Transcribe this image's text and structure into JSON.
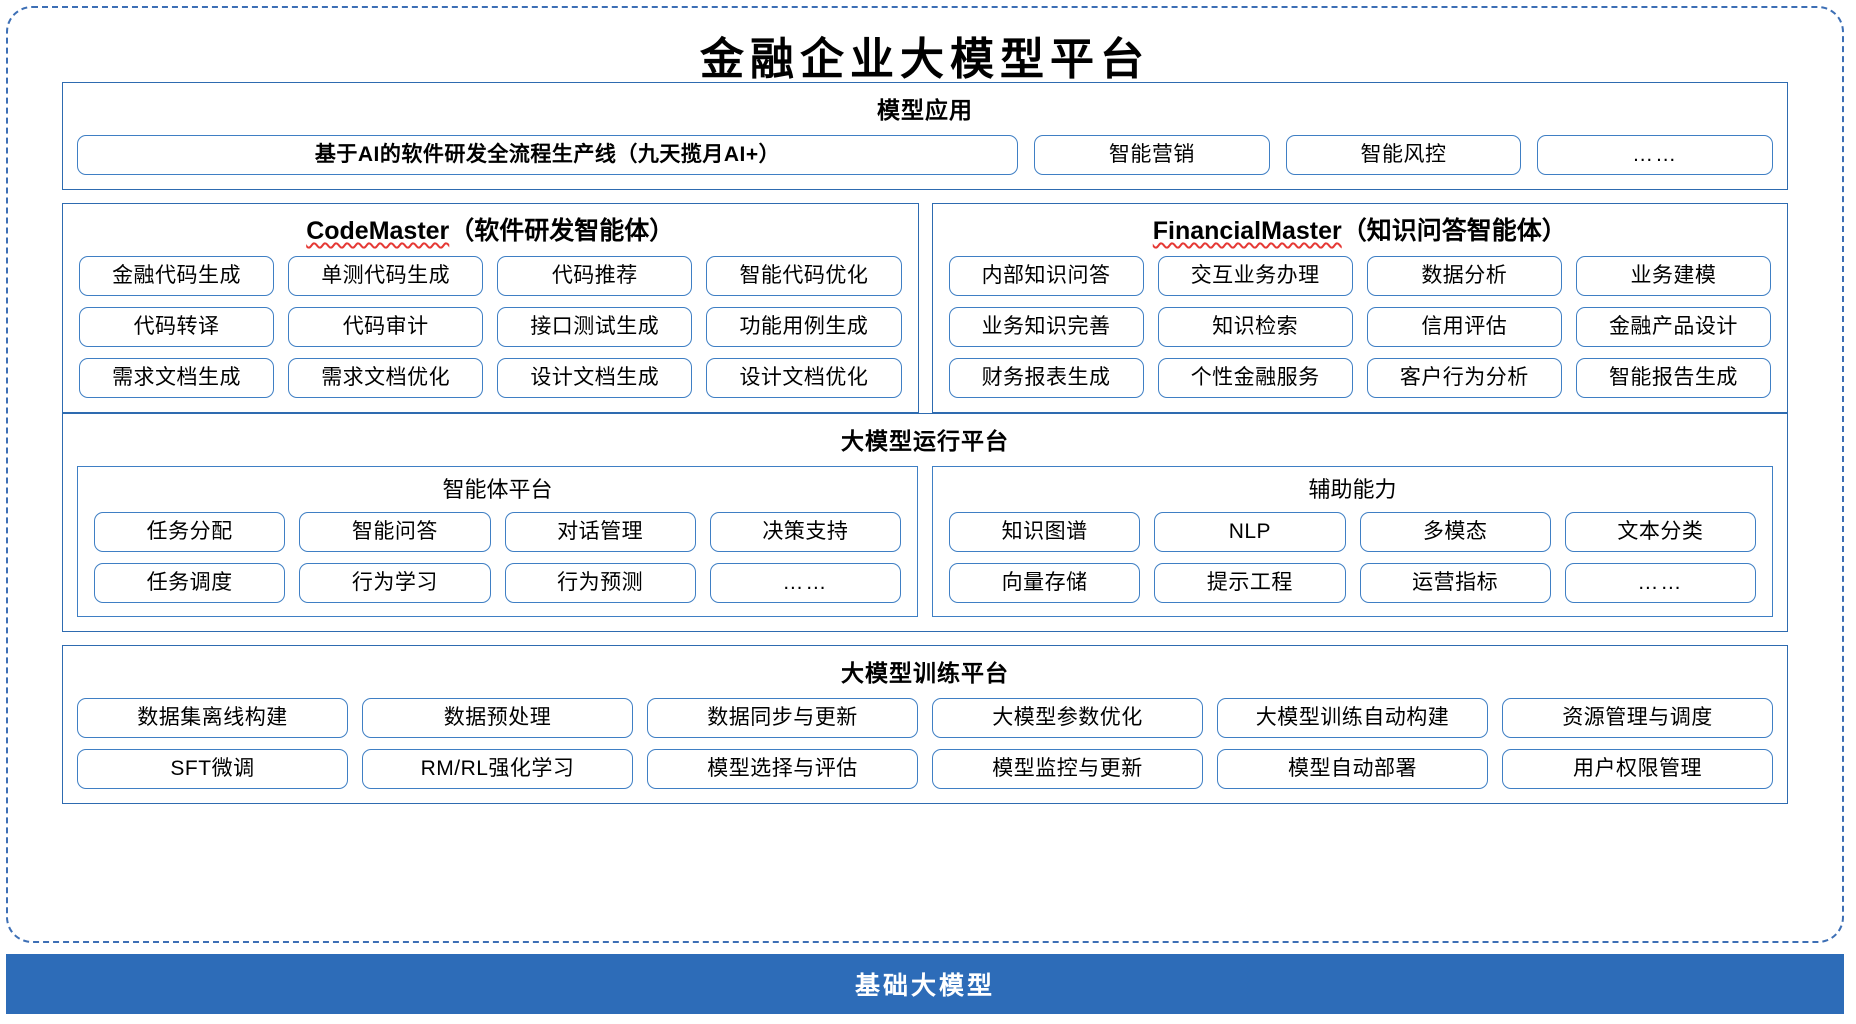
{
  "title": "金融企业大模型平台",
  "colors": {
    "frame_border": "#3d6fb5",
    "panel_border": "#2e6bb0",
    "chip_border": "#3f7fc4",
    "foundation_bg": "#2d6cb8",
    "foundation_text": "#ffffff",
    "spellcheck_underline": "#e53935"
  },
  "model_application": {
    "title": "模型应用",
    "primary_chip": "基于AI的软件研发全流程生产线（九天揽月AI+）",
    "chips": [
      "智能营销",
      "智能风控",
      "……"
    ]
  },
  "agents": [
    {
      "name": "CodeMaster",
      "name_suffix": "（软件研发智能体）",
      "misspelled": true,
      "rows": [
        [
          "金融代码生成",
          "单测代码生成",
          "代码推荐",
          "智能代码优化"
        ],
        [
          "代码转译",
          "代码审计",
          "接口测试生成",
          "功能用例生成"
        ],
        [
          "需求文档生成",
          "需求文档优化",
          "设计文档生成",
          "设计文档优化"
        ]
      ]
    },
    {
      "name": "FinancialMaster",
      "name_suffix": "（知识问答智能体）",
      "misspelled": true,
      "rows": [
        [
          "内部知识问答",
          "交互业务办理",
          "数据分析",
          "业务建模"
        ],
        [
          "业务知识完善",
          "知识检索",
          "信用评估",
          "金融产品设计"
        ],
        [
          "财务报表生成",
          "个性金融服务",
          "客户行为分析",
          "智能报告生成"
        ]
      ]
    }
  ],
  "runtime_platform": {
    "title": "大模型运行平台",
    "panels": [
      {
        "title": "智能体平台",
        "rows": [
          [
            "任务分配",
            "智能问答",
            "对话管理",
            "决策支持"
          ],
          [
            "任务调度",
            "行为学习",
            "行为预测",
            "……"
          ]
        ]
      },
      {
        "title": "辅助能力",
        "rows": [
          [
            "知识图谱",
            "NLP",
            "多模态",
            "文本分类"
          ],
          [
            "向量存储",
            "提示工程",
            "运营指标",
            "……"
          ]
        ]
      }
    ]
  },
  "training_platform": {
    "title": "大模型训练平台",
    "rows": [
      [
        "数据集离线构建",
        "数据预处理",
        "数据同步与更新",
        "大模型参数优化",
        "大模型训练自动构建",
        "资源管理与调度"
      ],
      [
        "SFT微调",
        "RM/RL强化学习",
        "模型选择与评估",
        "模型监控与更新",
        "模型自动部署",
        "用户权限管理"
      ]
    ]
  },
  "foundation": {
    "label": "基础大模型"
  }
}
